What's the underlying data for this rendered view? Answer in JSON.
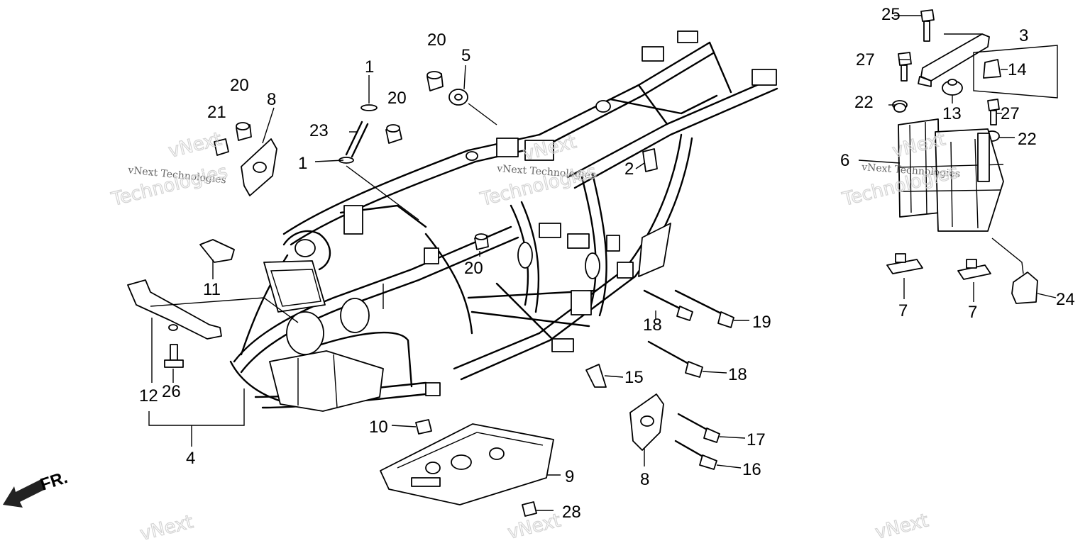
{
  "diagram": {
    "callouts": [
      "1",
      "1",
      "2",
      "3",
      "4",
      "5",
      "6",
      "7",
      "7",
      "8",
      "8",
      "9",
      "10",
      "11",
      "12",
      "13",
      "14",
      "15",
      "16",
      "17",
      "18",
      "18",
      "19",
      "20",
      "20",
      "20",
      "20",
      "21",
      "22",
      "22",
      "23",
      "24",
      "25",
      "26",
      "27",
      "27",
      "28"
    ],
    "direction_label": "FR.",
    "watermark": {
      "small": "vNext Technologies",
      "brand": "vNext",
      "word": "Technologies"
    }
  }
}
